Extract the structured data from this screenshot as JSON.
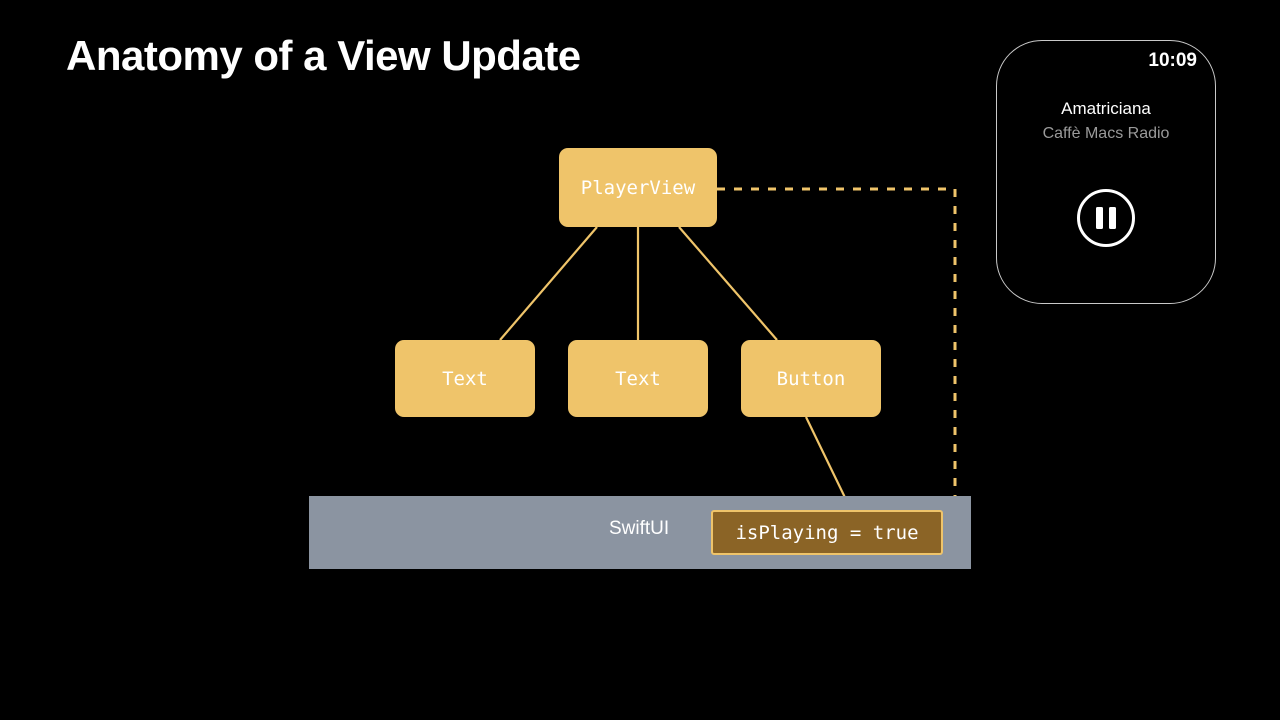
{
  "slide": {
    "title": "Anatomy of a View Update",
    "background_color": "#000000"
  },
  "colors": {
    "node_fill": "#efc46a",
    "node_text": "#ffffff",
    "framework_bar": "#8b94a1",
    "state_box_fill": "#8b6426",
    "state_box_border": "#efc46a",
    "connector": "#efc46a",
    "title_text": "#ffffff",
    "watch_border": "#c9c9c9",
    "watch_subtitle": "#9a9a9a"
  },
  "view_tree": {
    "root": {
      "label": "PlayerView"
    },
    "children": [
      {
        "label": "Text"
      },
      {
        "label": "Text"
      },
      {
        "label": "Button"
      }
    ]
  },
  "framework_bar": {
    "label": "SwiftUI",
    "state": {
      "label": "isPlaying = true"
    }
  },
  "watch": {
    "time": "10:09",
    "track_title": "Amatriciana",
    "track_subtitle": "Caffè Macs Radio",
    "transport_icon": "pause-icon"
  }
}
